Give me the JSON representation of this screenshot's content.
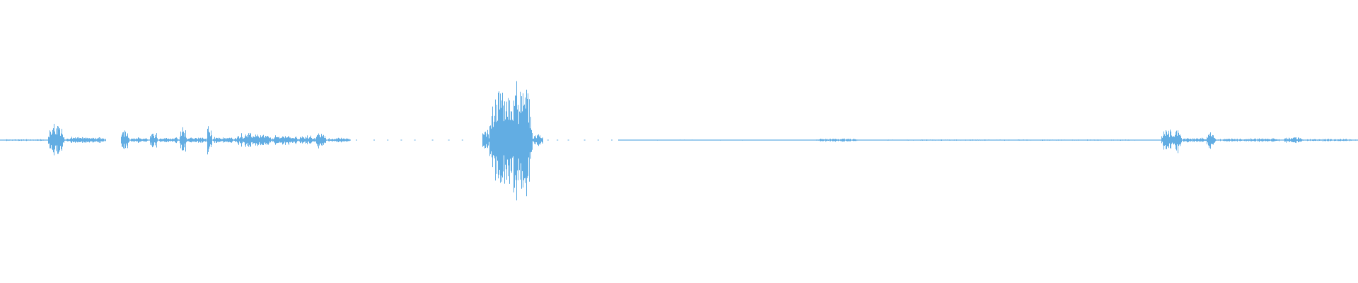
{
  "waveform": {
    "color": "#62ade3",
    "background": "#ffffff",
    "duration_fraction_sampling": "normalized",
    "segments": [
      {
        "start": 0.0,
        "end": 0.035,
        "amp": 0.008
      },
      {
        "start": 0.035,
        "end": 0.047,
        "amp": 0.15
      },
      {
        "start": 0.047,
        "end": 0.078,
        "amp": 0.03
      },
      {
        "start": 0.089,
        "end": 0.095,
        "amp": 0.09
      },
      {
        "start": 0.095,
        "end": 0.11,
        "amp": 0.025
      },
      {
        "start": 0.11,
        "end": 0.116,
        "amp": 0.09
      },
      {
        "start": 0.116,
        "end": 0.132,
        "amp": 0.025
      },
      {
        "start": 0.132,
        "end": 0.137,
        "amp": 0.12
      },
      {
        "start": 0.137,
        "end": 0.152,
        "amp": 0.03
      },
      {
        "start": 0.152,
        "end": 0.156,
        "amp": 0.12
      },
      {
        "start": 0.156,
        "end": 0.172,
        "amp": 0.03
      },
      {
        "start": 0.172,
        "end": 0.2,
        "amp": 0.06
      },
      {
        "start": 0.2,
        "end": 0.22,
        "amp": 0.05
      },
      {
        "start": 0.22,
        "end": 0.232,
        "amp": 0.04
      },
      {
        "start": 0.232,
        "end": 0.24,
        "amp": 0.07
      },
      {
        "start": 0.24,
        "end": 0.258,
        "amp": 0.02
      },
      {
        "start": 0.355,
        "end": 0.36,
        "amp": 0.12
      },
      {
        "start": 0.36,
        "end": 0.392,
        "amp": 0.55
      },
      {
        "start": 0.392,
        "end": 0.4,
        "amp": 0.06
      },
      {
        "start": 0.455,
        "end": 0.6,
        "amp": 0.004
      },
      {
        "start": 0.6,
        "end": 0.632,
        "amp": 0.015
      },
      {
        "start": 0.632,
        "end": 0.855,
        "amp": 0.006
      },
      {
        "start": 0.855,
        "end": 0.87,
        "amp": 0.11
      },
      {
        "start": 0.87,
        "end": 0.888,
        "amp": 0.02
      },
      {
        "start": 0.888,
        "end": 0.895,
        "amp": 0.09
      },
      {
        "start": 0.895,
        "end": 0.945,
        "amp": 0.015
      },
      {
        "start": 0.945,
        "end": 0.96,
        "amp": 0.03
      },
      {
        "start": 0.96,
        "end": 1.0,
        "amp": 0.012
      }
    ],
    "sparse_dots": [
      0.262,
      0.275,
      0.285,
      0.295,
      0.305,
      0.318,
      0.33,
      0.34,
      0.403,
      0.41,
      0.418,
      0.43,
      0.44,
      0.45
    ]
  }
}
